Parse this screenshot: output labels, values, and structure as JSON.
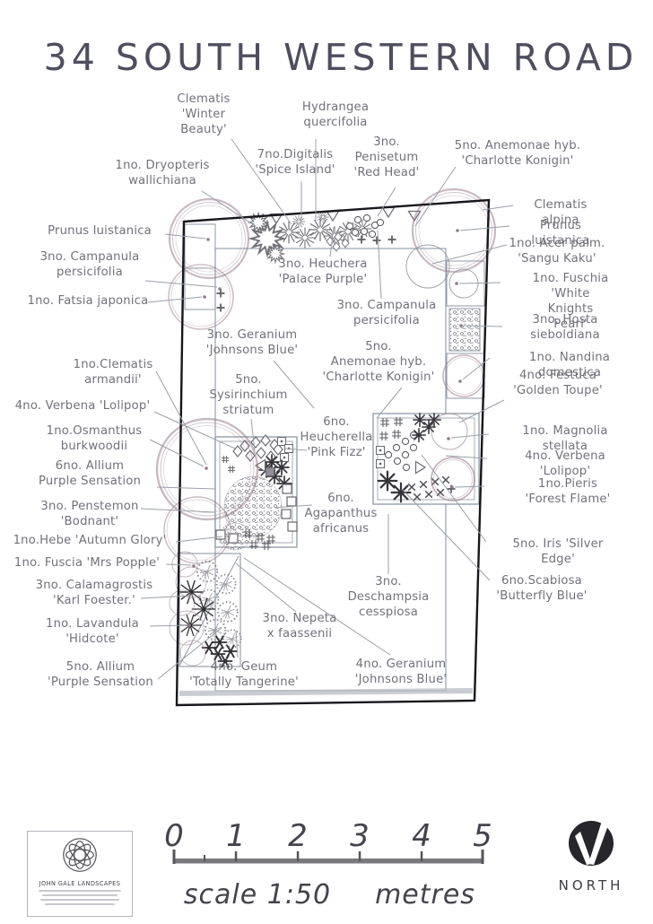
{
  "title": "34 SOUTH WESTERN ROAD",
  "plan": {
    "labels": [
      {
        "text": "Clematis\n'Winter\nBeauty'"
      },
      {
        "text": "Hydrangea\nquercifolia"
      },
      {
        "text": "1no. Dryopteris\nwallichiana"
      },
      {
        "text": "7no.Digitalis\n'Spice Island'"
      },
      {
        "text": "3no.\nPenisetum\n'Red Head'"
      },
      {
        "text": "5no. Anemonae hyb.\n'Charlotte Konigin'"
      },
      {
        "text": "Clematis alpina"
      },
      {
        "text": "Prunus luistanica"
      },
      {
        "text": "1no. Acer palm.\n'Sangu Kaku'"
      },
      {
        "text": "1no. Fuschia 'White\nKnights Pearl'"
      },
      {
        "text": "3no. Hosta\nsieboldiana"
      },
      {
        "text": "1no. Nandina domestica"
      },
      {
        "text": "4no. Festuca\n'Golden Toupe'"
      },
      {
        "text": "1no. Magnolia stellata"
      },
      {
        "text": "4no. Verbena 'Lolipop'"
      },
      {
        "text": "1no.Pieris 'Forest Flame'"
      },
      {
        "text": "5no. Iris 'Silver Edge'"
      },
      {
        "text": "6no.Scabiosa\n'Butterfly Blue'"
      },
      {
        "text": "Prunus luistanica"
      },
      {
        "text": "3no. Campanula\npersicifolia"
      },
      {
        "text": "1no. Fatsia japonica"
      },
      {
        "text": "1no.Clematis\narmandii'"
      },
      {
        "text": "4no. Verbena 'Lolipop'"
      },
      {
        "text": "1no.Osmanthus\nburkwoodii"
      },
      {
        "text": "6no. Allium\nPurple Sensation"
      },
      {
        "text": "3no. Penstemon\n'Bodnant'"
      },
      {
        "text": "1no.Hebe 'Autumn Glory'"
      },
      {
        "text": "1no. Fuscia 'Mrs Popple'"
      },
      {
        "text": "3no. Calamagrostis\n'Karl Foester.'"
      },
      {
        "text": "1no. Lavandula\n'Hidcote'"
      },
      {
        "text": "5no. Allium\n'Purple Sensation"
      },
      {
        "text": "3no. Heuchera\n'Palace Purple'"
      },
      {
        "text": "3no. Campanula\npersicifolia"
      },
      {
        "text": "3no. Geranium\n'Johnsons Blue'"
      },
      {
        "text": "5no.\nAnemonae hyb.\n'Charlotte Konigin'"
      },
      {
        "text": "5no.\nSysirinchium\nstriatum"
      },
      {
        "text": "6no.\nHeucherella\n'Pink Fizz'"
      },
      {
        "text": "6no.\nAgapanthus\nafricanus"
      },
      {
        "text": "3no.\nDeschampsia\ncesspiosa"
      },
      {
        "text": "3no. Nepeta\nx faassenii"
      },
      {
        "text": "4no. Geum\n'Totally Tangerine'"
      },
      {
        "text": "4no. Geranium\n'Johnsons Blue'"
      }
    ]
  },
  "scale_bar": {
    "ticks": [
      "0",
      "1",
      "2",
      "3",
      "4",
      "5"
    ],
    "scale_label": "scale 1:50",
    "unit_label": "metres"
  },
  "north": {
    "label": "NORTH"
  },
  "logo": {
    "company": "JOHN GALE LANDSCAPES"
  },
  "icons": {
    "north_arrow": "compass-arrow-icon",
    "company_logo": "celtic-knot-icon"
  },
  "colors": {
    "title_text": "#4e4e5f",
    "label_text": "#71717b",
    "plot_outline": "#17171c",
    "canopy_stroke": "#8f7686",
    "bed_stroke": "#8f97a4",
    "north_fill": "#26262b"
  }
}
